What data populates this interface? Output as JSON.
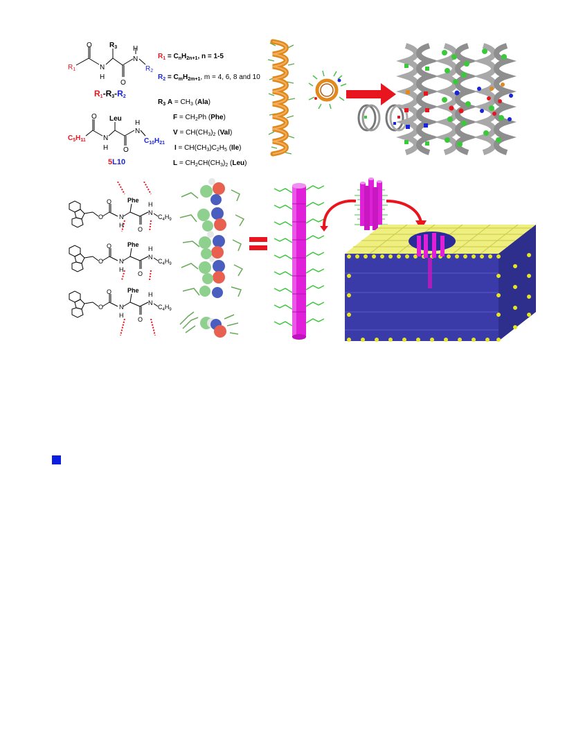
{
  "top_left": {
    "general_structure": {
      "r1_atom": "R",
      "r1_sub": "1",
      "r2_atom": "R",
      "r2_sub": "2",
      "r3_atom": "R",
      "r3_sub": "3",
      "nh_n": "N",
      "nh_h": "H",
      "o": "O"
    },
    "general_caption": {
      "r1": "R",
      "r1_sub": "1",
      "dash1": "-",
      "r3": "R",
      "r3_sub": "3",
      "dash2": "-",
      "r2": "R",
      "r2_sub": "2"
    },
    "example_structure": {
      "side_chain": "Leu",
      "left_group": "C",
      "left_group_sub1": "5",
      "left_group_h": "H",
      "left_group_sub2": "11",
      "right_group": "C",
      "right_group_sub1": "10",
      "right_group_h": "H",
      "right_group_sub2": "21"
    },
    "example_caption": {
      "num": "5",
      "code": "L10"
    },
    "r1_def": {
      "label": "R",
      "sub": "1",
      "formula": " = C",
      "n1": "n",
      "h": "H",
      "n2": "2n+1",
      "range": ", n = 1-5"
    },
    "r2_def": {
      "label": "R",
      "sub": "2",
      "formula": " = C",
      "m1": "m",
      "h": "H",
      "m2": "2m+1",
      "range": ", m = 4, 6, 8 and 10"
    },
    "r3_header": {
      "label": "R",
      "sub": "3"
    },
    "r3_list": [
      {
        "code": "A",
        "formula": " = CH",
        "formula_sub": "3",
        "formula_tail": "",
        "name": "Ala"
      },
      {
        "code": "F",
        "formula": " = CH",
        "formula_sub": "2",
        "formula_tail": "Ph",
        "name": "Phe"
      },
      {
        "code": "V",
        "formula": " = CH(CH",
        "formula_sub": "3",
        "formula_tail": ")",
        "formula_sub2": "2",
        "name": "Val"
      },
      {
        "code": "I",
        "formula": " = CH(CH",
        "formula_sub": "3",
        "formula_tail": ")C",
        "formula_sub2": "2",
        "formula_tail2": "H",
        "formula_sub3": "5",
        "name": "Ile"
      },
      {
        "code": "L",
        "formula": " = CH",
        "formula_sub": "2",
        "formula_tail": "CH(CH",
        "formula_sub2": "3",
        "formula_tail2": ")",
        "formula_sub3": "2",
        "name": "Leu"
      }
    ]
  },
  "bottom_left": {
    "side_chain": "Phe",
    "nh_n": "N",
    "nh_h": "H",
    "tail": "C",
    "tail_sub1": "4",
    "tail_h": "H",
    "tail_sub2": "9",
    "o": "O"
  },
  "colors": {
    "r1_red": "#e8141e",
    "r2_blue": "#1a24d8",
    "helix_orange": "#e08a1e",
    "helix_gray": "#a8a8a8",
    "sidechain_green": "#3cc83c",
    "cylinder_magenta": "#e020d8",
    "lattice_yellow": "#e6e61e",
    "lattice_blue": "#2a2a9a",
    "arrow_red": "#e8141e",
    "stick_green": "#66aa55"
  },
  "bullet": {
    "color": "#0d1ee0"
  }
}
